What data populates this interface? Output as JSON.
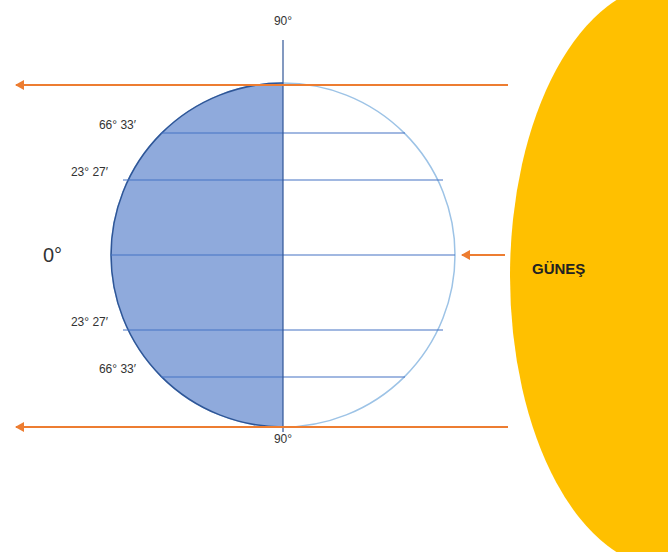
{
  "diagram": {
    "nodes": [
      {
        "text": [
          "GÜNEŞ"
        ]
      }
    ],
    "labels": [
      "90°",
      "66° 33′",
      "23° 27′",
      "0°",
      "23° 27′",
      "66° 33′",
      "90°"
    ]
  }
}
